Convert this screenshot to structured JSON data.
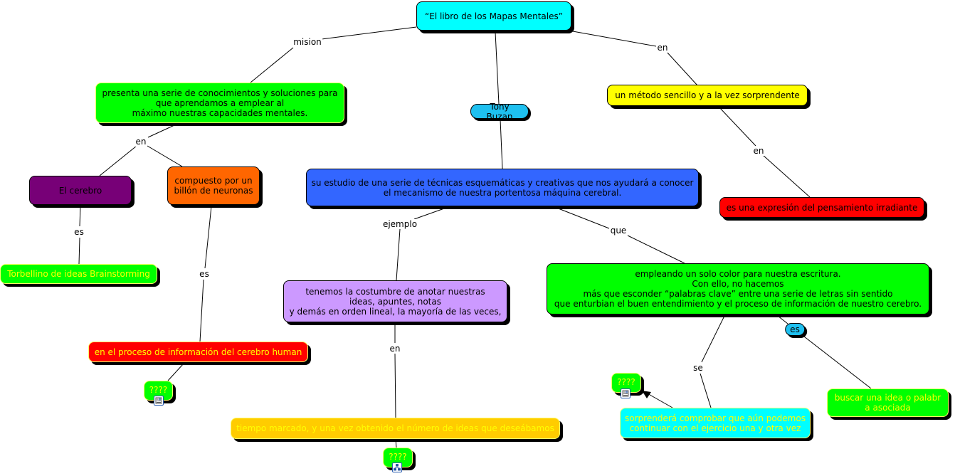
{
  "title": "“El libro de los Mapas Mentales”",
  "concepts": {
    "root": {
      "text": "“El libro de los Mapas Mentales”",
      "bg": "#00ffff",
      "fg": "#000000"
    },
    "presenta": {
      "text": "presenta una serie de conocimientos y soluciones para\nque aprendamos a emplear al\nmáximo nuestras capacidades mentales.",
      "bg": "#00ff00",
      "fg": "#000000"
    },
    "tony": {
      "text": "Tony Buzan",
      "bg": "#1ec0f0",
      "fg": "#000000"
    },
    "metodo": {
      "text": "un método sencillo y a la vez sorprendente",
      "bg": "#ffff00",
      "fg": "#000000"
    },
    "cerebro": {
      "text": "El cerebro",
      "bg": "#770077",
      "fg": "#000000"
    },
    "compuesto": {
      "text": "compuesto por un\nbillón de neuronas",
      "bg": "#ff6600",
      "fg": "#000000"
    },
    "estudio": {
      "text": "su estudio de una serie de técnicas esquemáticas y creativas que nos ayudará a conocer\nel mecanismo de nuestra portentosa máquina cerebral.",
      "bg": "#3366ff",
      "fg": "#000000"
    },
    "expresion": {
      "text": "es una expresión del pensamiento irradiante",
      "bg": "#ff0000",
      "fg": "#000000"
    },
    "torbellino": {
      "text": "Torbellino de ideas Brainstorming",
      "bg": "#00ff00",
      "fg": "#ffff00"
    },
    "proceso": {
      "text": "en el proceso de información del cerebro human",
      "bg": "#ff0000",
      "fg": "#ffff00"
    },
    "q1": {
      "text": "????",
      "bg": "#00ff00",
      "fg": "#ffff00"
    },
    "tenemos": {
      "text": "tenemos la costumbre de anotar nuestras\nideas, apuntes, notas\ny demás en orden lineal, la mayoría de las veces,",
      "bg": "#cc99ff",
      "fg": "#000000"
    },
    "empleando": {
      "text": "empleando un solo color para nuestra escritura.\nCon ello, no hacemos\nmás que esconder “palabras clave” entre una serie de letras sin sentido\nque enturbian el buen entendimiento y el proceso de información de nuestro cerebro.",
      "bg": "#00ff00",
      "fg": "#000000"
    },
    "tiempo": {
      "text": "tiempo marcado, y una vez obtenido el número de ideas que deseábamos",
      "bg": "#ffcc00",
      "fg": "#ffff00"
    },
    "q2": {
      "text": "????",
      "bg": "#00ff00",
      "fg": "#ffff00"
    },
    "q3": {
      "text": "????",
      "bg": "#00ff00",
      "fg": "#ffff00"
    },
    "sorprendera": {
      "text": "sorprenderá comprobar que aún podemos\ncontinuar con el ejercicio una y otra vez",
      "bg": "#00ffff",
      "fg": "#ffff00"
    },
    "buscar": {
      "text": "buscar una idea o  palabr\na asociada",
      "bg": "#00ff00",
      "fg": "#ffff00"
    }
  },
  "links": {
    "mision": "mision",
    "en_top": "en",
    "en_left": "en",
    "es_cerebro": "es",
    "es_compuesto": "es",
    "en_metodo": "en",
    "ejemplo": "ejemplo",
    "que": "que",
    "en_tenemos": "en",
    "se": "se",
    "es_pill": "es"
  },
  "resources": {
    "q1": "document-icon",
    "q2": "hierarchy-icon",
    "q3": "document-icon"
  }
}
